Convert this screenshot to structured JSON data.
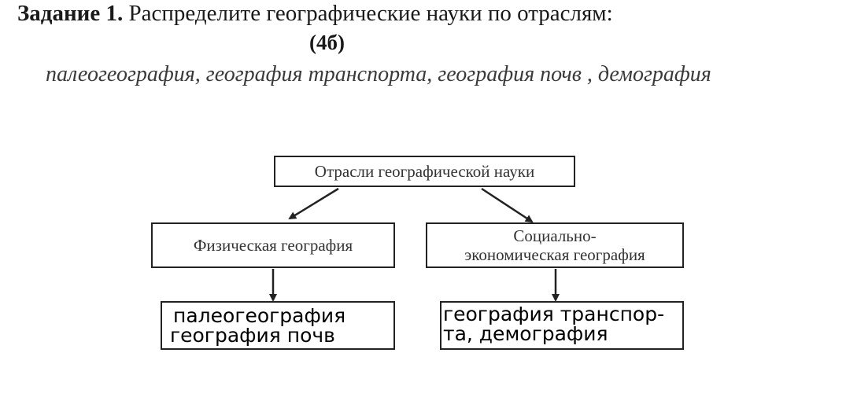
{
  "task": {
    "title_bold": "Задание 1.",
    "title_rest": "Распределите географические науки по отраслям:",
    "points": "(4б)",
    "terms": "палеогеография, география транспорта, география почв , демография"
  },
  "diagram": {
    "root": "Отрасли географической науки",
    "branches": [
      {
        "label_line1": "Физическая география",
        "label_line2": ""
      },
      {
        "label_line1": "Социально-",
        "label_line2": "экономическая география"
      }
    ],
    "answers": [
      {
        "line1": "палеогеография",
        "line2": "география почв"
      },
      {
        "line1": "география транспор-",
        "line2": "та, демография"
      }
    ]
  }
}
